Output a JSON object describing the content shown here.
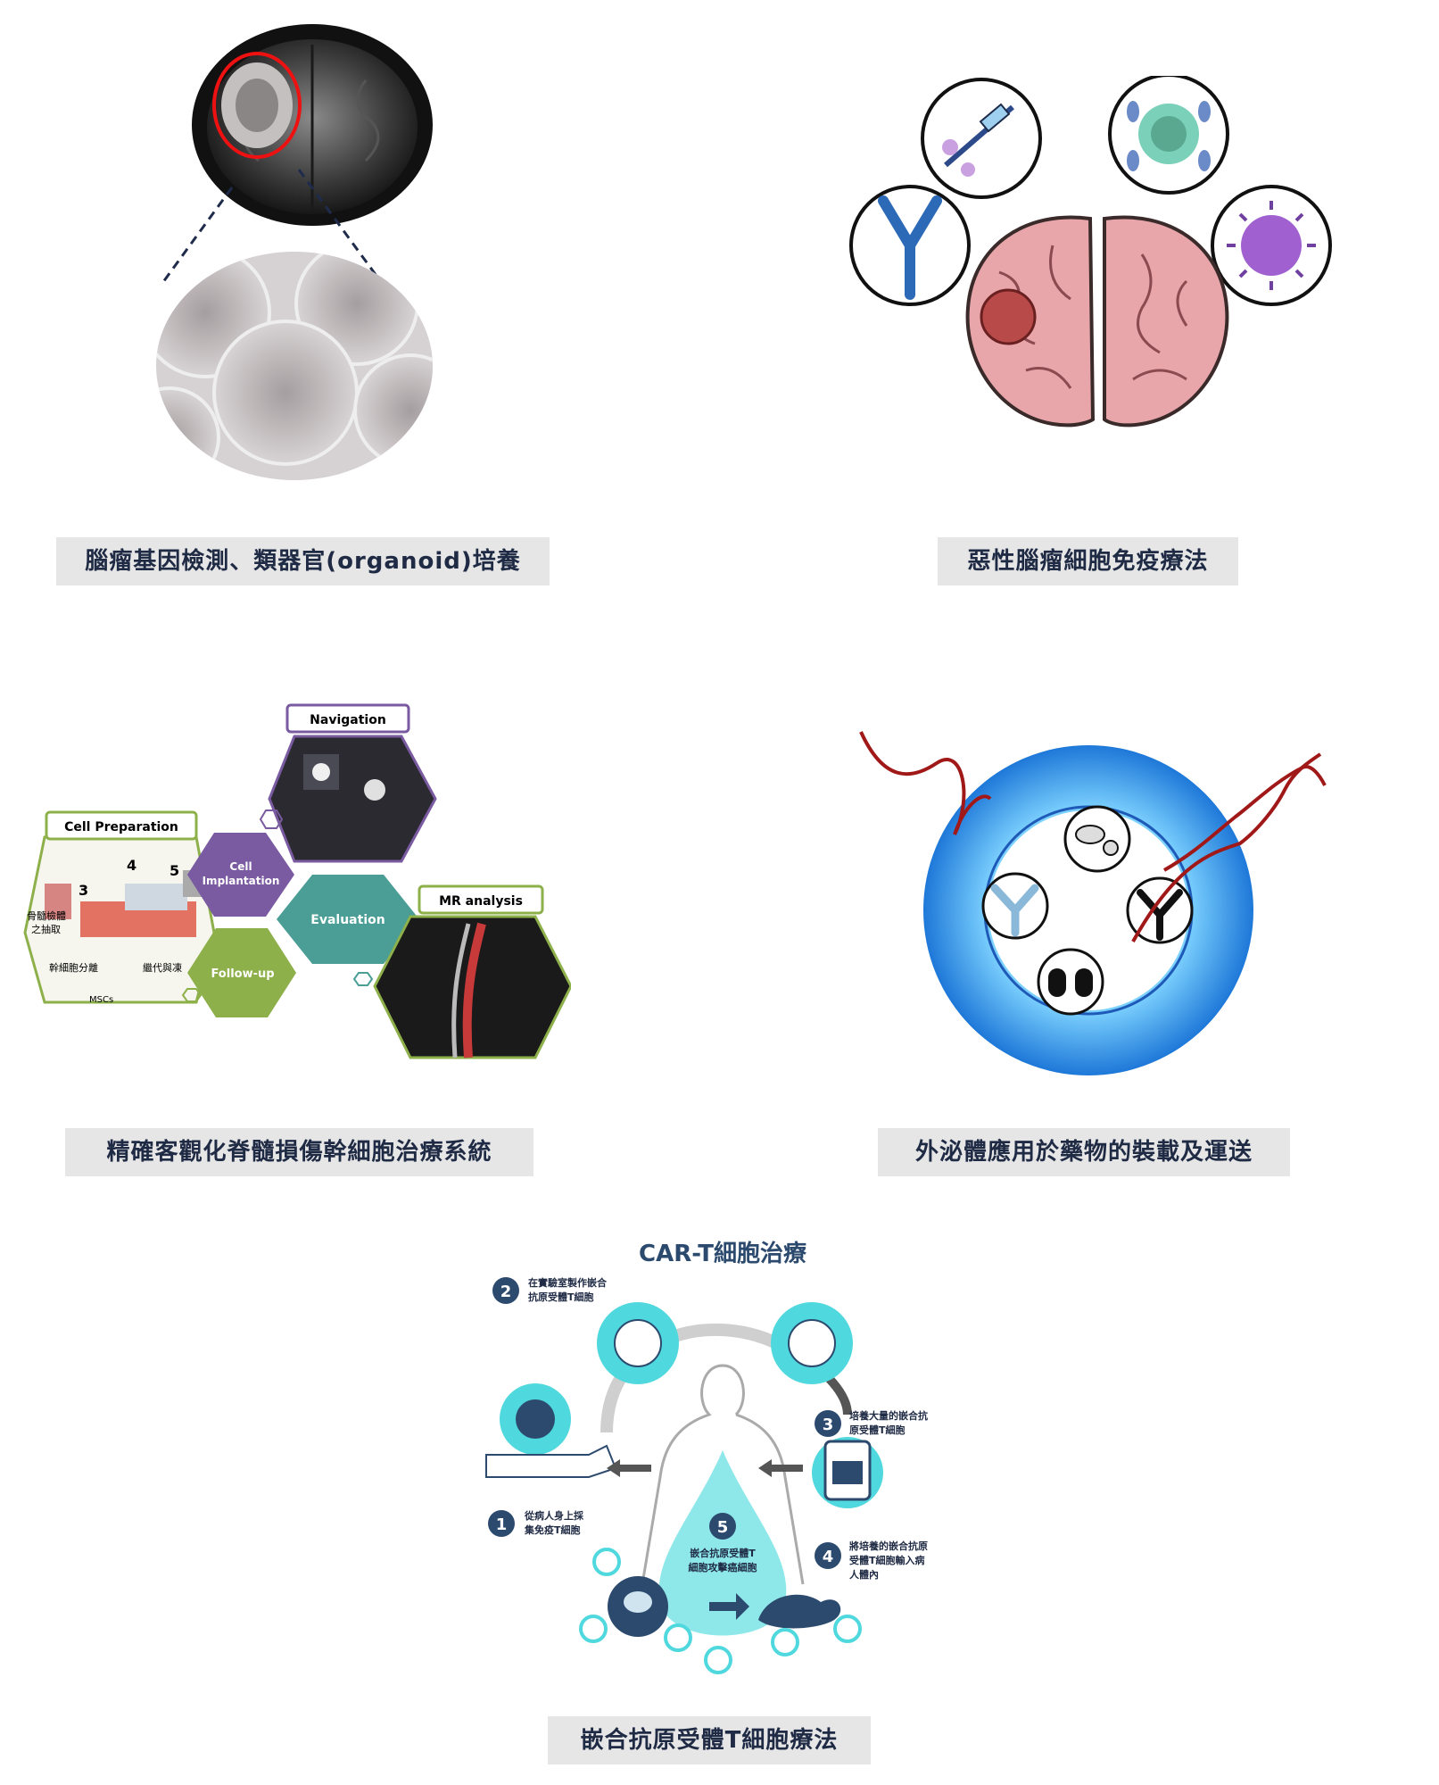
{
  "captions": {
    "glioma_organoid": "腦瘤基因檢測、類器官(organoid)培養",
    "immunotherapy": "惡性腦瘤細胞免疫療法",
    "spinal_cord": "精確客觀化脊髓損傷幹細胞治療系統",
    "exosome": "外泌體應用於藥物的裝載及運送",
    "car_t": "嵌合抗原受體T細胞療法"
  },
  "spinal_diagram": {
    "cell_preparation": "Cell Preparation",
    "navigation": "Navigation",
    "mr_analysis": "MR analysis",
    "cell_implantation_1": "Cell",
    "cell_implantation_2": "Implantation",
    "evaluation": "Evaluation",
    "follow_up": "Follow-up",
    "bone_marrow_1": "骨髓檢體",
    "bone_marrow_2": "之抽取",
    "stem_cell_sep": "幹細胞分離",
    "passage_freeze": "繼代與凍",
    "mscs": "MSCs",
    "step3": "3",
    "step4": "4",
    "step5": "5"
  },
  "car_t_diagram": {
    "title": "CAR-T細胞治療",
    "step1_num": "1",
    "step1_l1": "從病人身上採",
    "step1_l2": "集免疫T細胞",
    "step2_num": "2",
    "step2_l1": "在實驗室製作嵌合",
    "step2_l2": "抗原受體T細胞",
    "step3_num": "3",
    "step3_l1": "培養大量的嵌合抗",
    "step3_l2": "原受體T細胞",
    "step4_num": "4",
    "step4_l1": "將培養的嵌合抗原",
    "step4_l2": "受體T細胞輸入病",
    "step4_l3": "人體內",
    "step5_num": "5",
    "step5_l1": "嵌合抗原受體T",
    "step5_l2": "細胞攻擊癌細胞"
  },
  "colors": {
    "caption_bg": "#e6e6e6",
    "caption_text": "#1f2a44",
    "navy": "#2c4a6e",
    "teal": "#4fd8de",
    "exosome_blue": "#1e88e5",
    "brain_pink": "#e8a6aa",
    "hex_purple": "#7a5aa0",
    "hex_green": "#8db04a",
    "hex_teal": "#4a9e96"
  }
}
